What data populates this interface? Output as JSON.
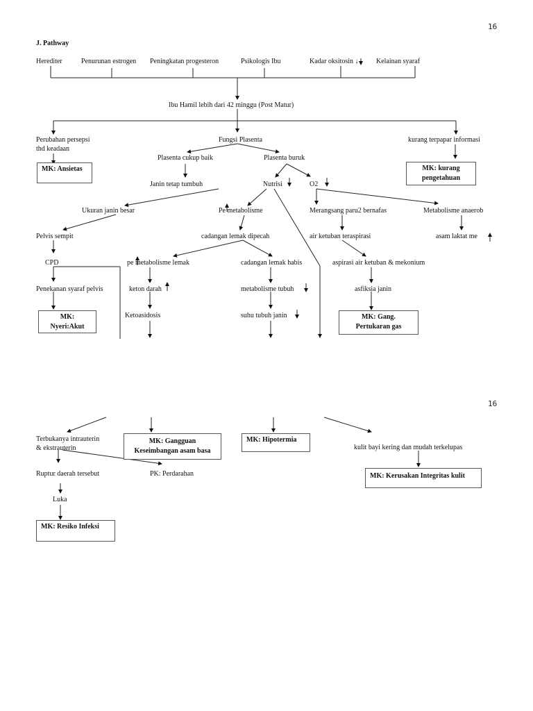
{
  "page1": {
    "page_number": "16",
    "section_title": "J. Pathway",
    "causes": [
      "Herediter",
      "Penurunan estrogen",
      "Peningkatan progesteron",
      "Psikologis Ibu",
      "Kadar oksitosin ↓",
      "Kelainan syaraf"
    ],
    "central": "Ibu Hamil lebih dari 42 minggu (Post Matur)",
    "left_branch": {
      "cause": "Perubahan persepsi",
      "cause_line2": "thd keadaan",
      "diagnosis": "MK: Ansietas"
    },
    "right_branch": {
      "cause": "kurang terpapar informasi",
      "diagnosis_line1": "MK: kurang",
      "diagnosis_line2": "pengetahuan"
    },
    "placenta": {
      "function": "Fungsi Plasenta",
      "good": "Plasenta cukup baik",
      "bad": "Plasenta buruk",
      "fetus_grows": "Janin tetap tumbuh",
      "fetus_large": "Ukuran janin besar",
      "pelvis": "Pelvis sempit",
      "cpd": "CPD",
      "nerve": "Penekanan syaraf pelvis",
      "pain_dx_line1": "MK:",
      "pain_dx_line2": "Nyeri:Akut",
      "nutrition": "Nutrisi",
      "o2": "O2",
      "metab_up": "Pe  metabolisme",
      "fat_broken": "cadangan lemak dipecah",
      "fat_metab_up": "pe  metabolisme lemak",
      "fat_depleted": "cadangan lemak habis",
      "ketone": "keton darah",
      "ketoacidosis": "Ketoasidosis",
      "body_metab_down": "metabolisme tubuh",
      "temp_down": "suhu tubuh janin",
      "stimulate_lungs": "Merangsang paru2 bernafas",
      "anaerobic": "Metabolisme anaerob",
      "amniotic_aspirated": "air ketuban teraspirasi",
      "lactic": "asam laktat me",
      "aspiration": "aspirasi air ketuban & mekonium",
      "asphyxia": "asfiksia janin",
      "gas_dx_line1": "MK: Gang.",
      "gas_dx_line2": "Pertukaran gas"
    }
  },
  "page2": {
    "page_number": "16",
    "opening_line1": "Terbukanya intrauterin",
    "opening_line2": "& ekstrauterin",
    "acid_dx_line1": "MK: Gangguan",
    "acid_dx_line2": "Keseimbangan asam basa",
    "hypothermia_dx": "MK: Hipotermia",
    "skin": "kulit bayi kering dan mudah terkelupas",
    "skin_dx": "MK: Kerusakan Integritas kulit",
    "rupture": "Ruptur daerah tersebut",
    "bleeding": "PK: Perdarahan",
    "wound": "Luka",
    "infection_dx": "MK: Resiko Infeksi"
  }
}
